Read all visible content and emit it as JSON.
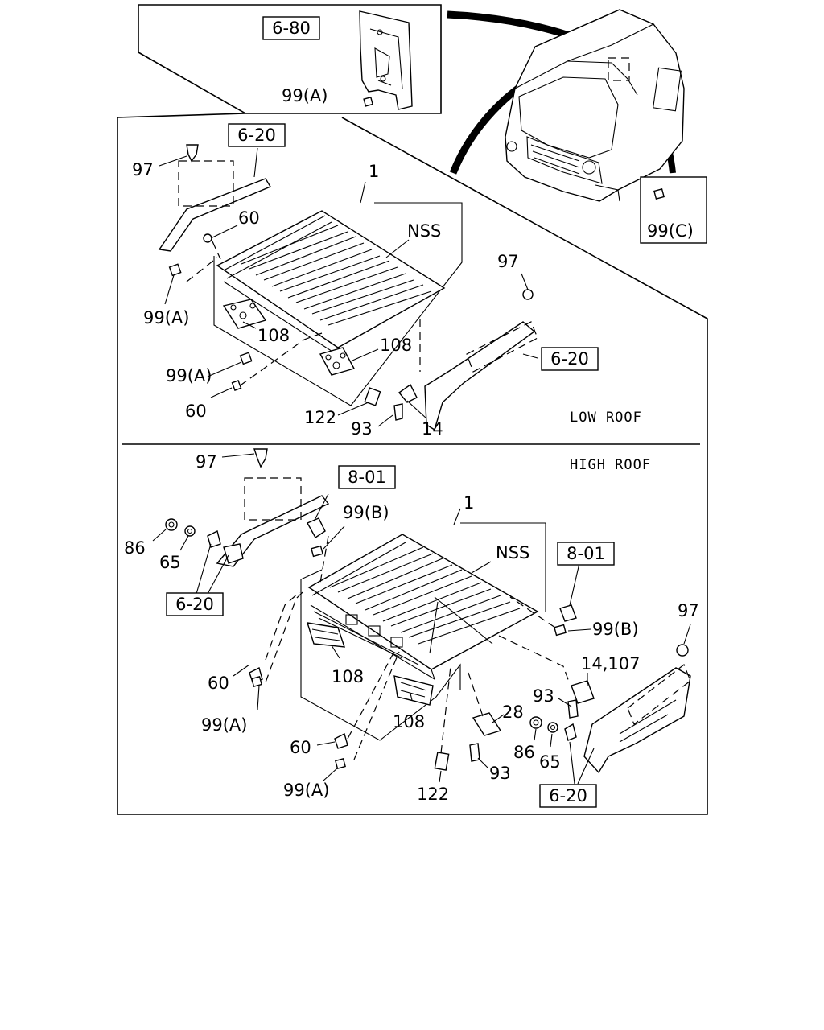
{
  "sections": {
    "low_roof": "LOW ROOF",
    "high_roof": "HIGH ROOF"
  },
  "refs": {
    "r680": "6-80",
    "r620a": "6-20",
    "r620b": "6-20",
    "r620c": "6-20",
    "r620d": "6-20",
    "r801a": "8-01",
    "r801b": "8-01"
  },
  "labels": {
    "top_99a": "99(A)",
    "top_99c": "99(C)",
    "low_97a": "97",
    "low_1": "1",
    "low_60a": "60",
    "low_nss": "NSS",
    "low_99a_1": "99(A)",
    "low_108a": "108",
    "low_97b": "97",
    "low_99a_2": "99(A)",
    "low_108b": "108",
    "low_60b": "60",
    "low_122": "122",
    "low_93": "93",
    "low_14": "14",
    "high_97a": "97",
    "high_99b_1": "99(B)",
    "high_1": "1",
    "high_86a": "86",
    "high_65a": "65",
    "high_nss": "NSS",
    "high_99b_2": "99(B)",
    "high_97b": "97",
    "high_14_107": "14,107",
    "high_60a": "60",
    "high_108a": "108",
    "high_93a": "93",
    "high_99a_1": "99(A)",
    "high_108b": "108",
    "high_28": "28",
    "high_86b": "86",
    "high_65b": "65",
    "high_60b": "60",
    "high_99a_2": "99(A)",
    "high_93b": "93",
    "high_122": "122"
  }
}
